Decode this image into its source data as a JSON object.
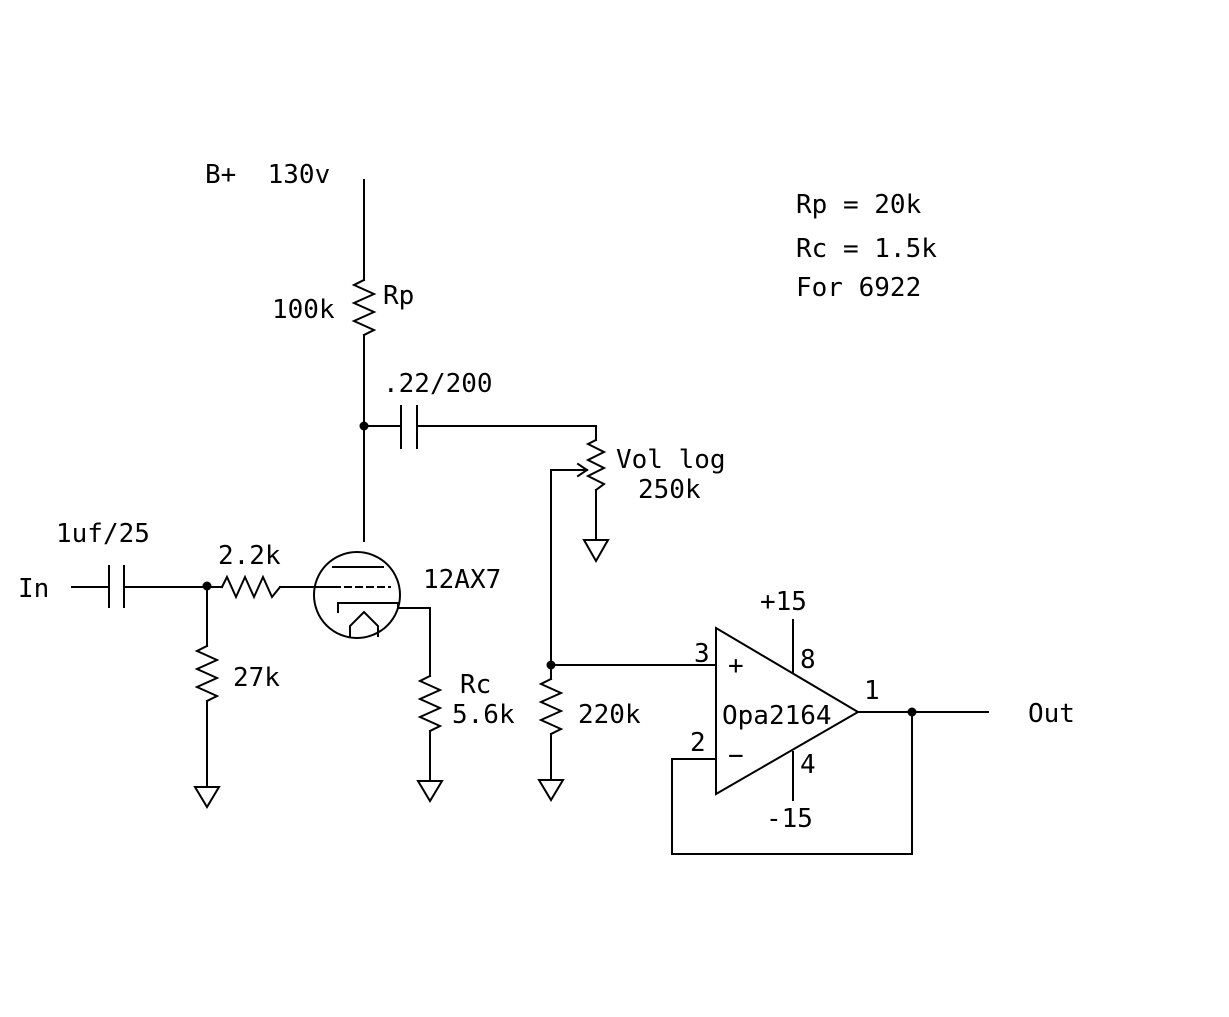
{
  "labels": {
    "supply": "B+  130v",
    "rp": "Rp",
    "r_plate": "100k",
    "coupling_cap": ".22/200",
    "pot_name": "Vol log",
    "pot_value": "250k",
    "input_cap": "1uf/25",
    "input": "In",
    "grid_stopper": "2.2k",
    "tube": "12AX7",
    "grid_leak": "27k",
    "rc": "Rc",
    "r_cathode": "5.6k",
    "r_bias": "220k",
    "pos_supply": "+15",
    "pin8": "8",
    "pin3": "3",
    "plus_sign": "+",
    "opamp": "Opa2164",
    "pin2": "2",
    "minus_sign": "−",
    "pin4": "4",
    "neg_supply": "-15",
    "pin1": "1",
    "output": "Out"
  },
  "notes": [
    "Rp = 20k",
    "Rc = 1.5k",
    "For 6922"
  ]
}
